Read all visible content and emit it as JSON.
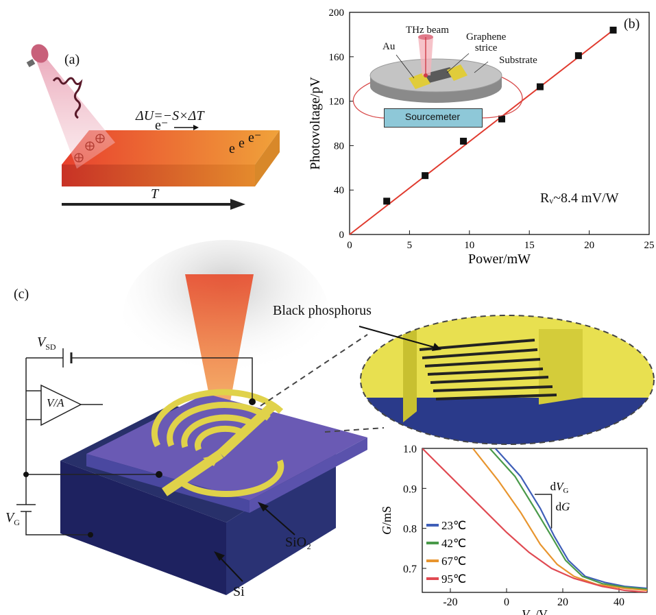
{
  "panel_a": {
    "label": "(a)",
    "equation": "ΔU=−S×ΔT",
    "electron_label": "e⁻",
    "electron_cluster": [
      "e",
      "e",
      "e⁻"
    ],
    "axis_label": "T"
  },
  "panel_b": {
    "label": "(b)",
    "inset": {
      "beam_label": "THz beam",
      "au_label": "Au",
      "graphene_label": "Graphene\nstrice",
      "substrate_label": "Substrate",
      "sourcemeter_label": "Sourcemeter"
    },
    "annotation": "Rᵥ~8.4 mV/W"
  },
  "panel_c": {
    "label": "(c)",
    "vsd_label": "VSD",
    "amp_label": "V/A",
    "vg_label": "VG",
    "black_phosphorus_label": "Black phosphorus",
    "sio2_label": "SiO₂",
    "si_label": "Si"
  },
  "chart_data": [
    {
      "type": "scatter",
      "panel": "b",
      "xlabel": "Power/mW",
      "ylabel": "Photovoltage/pV",
      "xlim": [
        0,
        25
      ],
      "ylim": [
        0,
        200
      ],
      "xticks": [
        0,
        5,
        10,
        15,
        20,
        25
      ],
      "yticks": [
        0,
        40,
        80,
        120,
        160,
        200
      ],
      "series": [
        {
          "name": "",
          "points": [
            [
              3.1,
              30
            ],
            [
              6.3,
              53
            ],
            [
              9.5,
              84
            ],
            [
              12.7,
              104
            ],
            [
              15.9,
              133
            ],
            [
              19.1,
              161
            ],
            [
              22.0,
              184
            ]
          ]
        }
      ],
      "fit_line": {
        "x": [
          0,
          22
        ],
        "y": [
          0,
          184
        ],
        "color": "#e03a2e"
      },
      "annotation": "Rᵥ~8.4 mV/W"
    },
    {
      "type": "line",
      "panel": "c-inset",
      "xlabel": "VG/V",
      "ylabel": "G/mS",
      "xlim": [
        -30,
        50
      ],
      "ylim": [
        0.64,
        1.0
      ],
      "xticks": [
        -20,
        0,
        20,
        40
      ],
      "yticks": [
        0.7,
        0.8,
        0.9,
        1.0
      ],
      "legend_position": "bottom-left",
      "series": [
        {
          "name": "23℃",
          "color": "#3f5fb8",
          "points": [
            [
              -4,
              1.0
            ],
            [
              5,
              0.93
            ],
            [
              12,
              0.85
            ],
            [
              17,
              0.78
            ],
            [
              22,
              0.72
            ],
            [
              28,
              0.68
            ],
            [
              35,
              0.665
            ],
            [
              42,
              0.655
            ],
            [
              50,
              0.65
            ]
          ]
        },
        {
          "name": "42℃",
          "color": "#4a9a4a",
          "points": [
            [
              -6,
              1.0
            ],
            [
              3,
              0.93
            ],
            [
              10,
              0.85
            ],
            [
              16,
              0.78
            ],
            [
              21,
              0.72
            ],
            [
              27,
              0.68
            ],
            [
              34,
              0.662
            ],
            [
              42,
              0.653
            ],
            [
              50,
              0.648
            ]
          ]
        },
        {
          "name": "67℃",
          "color": "#e8952e",
          "points": [
            [
              -12,
              1.0
            ],
            [
              -3,
              0.92
            ],
            [
              5,
              0.84
            ],
            [
              12,
              0.76
            ],
            [
              18,
              0.71
            ],
            [
              24,
              0.68
            ],
            [
              32,
              0.66
            ],
            [
              42,
              0.65
            ],
            [
              50,
              0.645
            ]
          ]
        },
        {
          "name": "95℃",
          "color": "#e04a52",
          "points": [
            [
              -30,
              1.0
            ],
            [
              -20,
              0.93
            ],
            [
              -10,
              0.86
            ],
            [
              0,
              0.79
            ],
            [
              8,
              0.74
            ],
            [
              16,
              0.7
            ],
            [
              24,
              0.675
            ],
            [
              34,
              0.655
            ],
            [
              42,
              0.645
            ],
            [
              50,
              0.64
            ]
          ]
        }
      ],
      "annotations": [
        "dVG",
        "dG"
      ]
    }
  ]
}
